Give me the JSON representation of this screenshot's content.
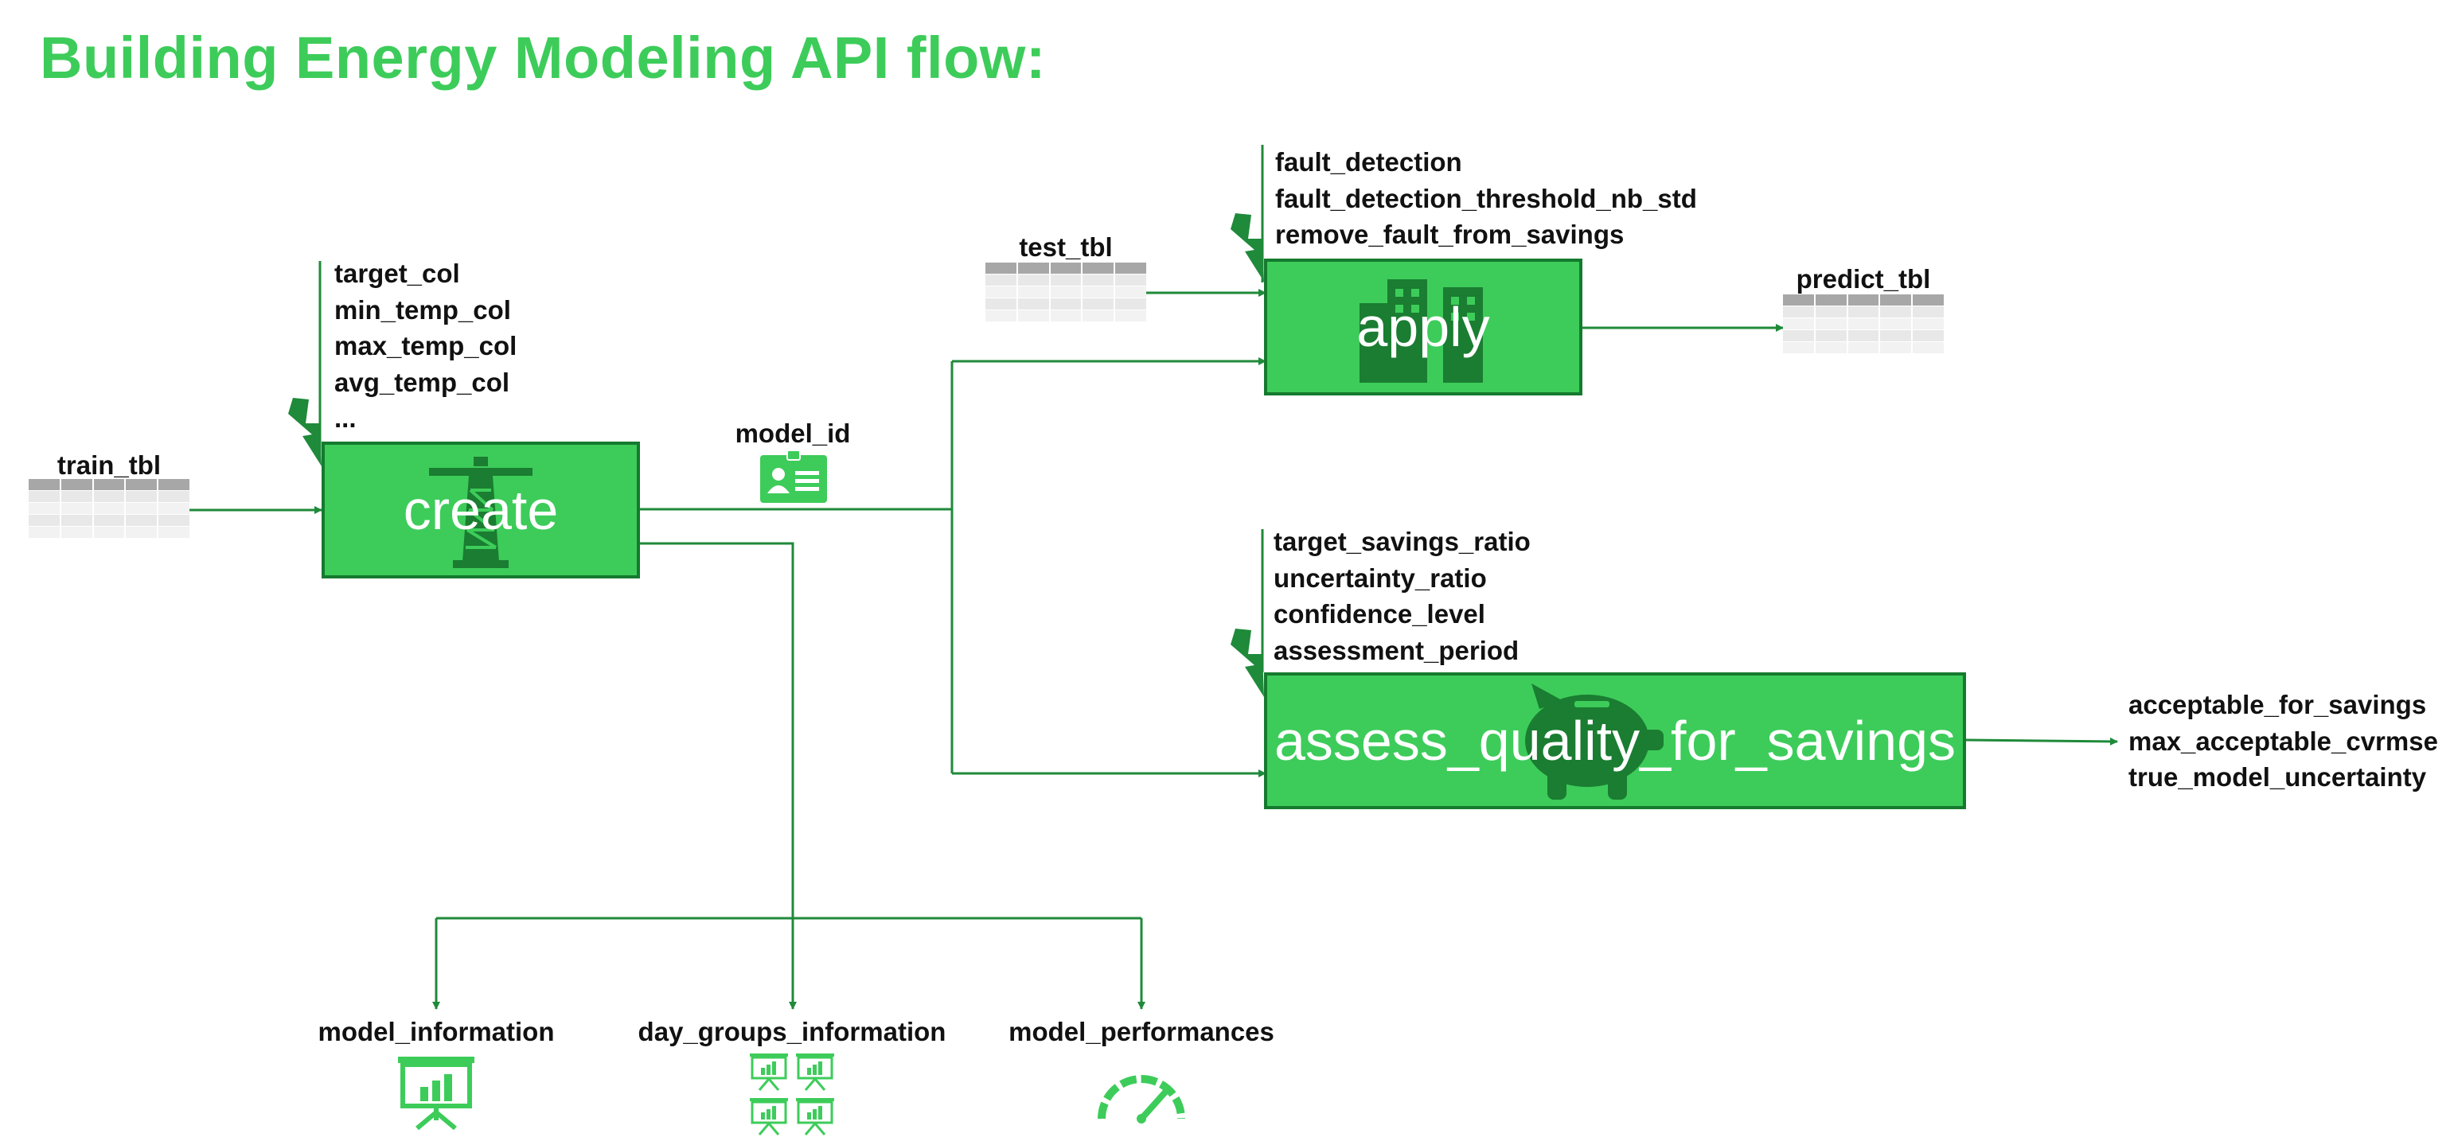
{
  "title": "Building Energy Modeling API flow:",
  "colors": {
    "accent": "#3dcc5a",
    "box_border": "#157a2e",
    "line": "#1f8a3a"
  },
  "create": {
    "label": "create",
    "icon": "crane-tower-icon",
    "params": [
      "target_col",
      "min_temp_col",
      "max_temp_col",
      "avg_temp_col",
      "..."
    ],
    "input_table": "train_tbl"
  },
  "model_id": {
    "label": "model_id",
    "icon": "id-card-icon"
  },
  "apply": {
    "label": "apply",
    "icon": "buildings-icon",
    "params": [
      "fault_detection",
      "fault_detection_threshold_nb_std",
      "remove_fault_from_savings"
    ],
    "input_table": "test_tbl",
    "output_table": "predict_tbl"
  },
  "assess": {
    "label": "assess_quality_for_savings",
    "icon": "piggy-bank-icon",
    "params": [
      "target_savings_ratio",
      "uncertainty_ratio",
      "confidence_level",
      "assessment_period"
    ],
    "outputs": [
      "acceptable_for_savings",
      "max_acceptable_cvrmse",
      "true_model_uncertainty"
    ]
  },
  "outputs": [
    {
      "label": "model_information",
      "icon": "presentation-chart-icon"
    },
    {
      "label": "day_groups_information",
      "icon": "presentation-grid-icon"
    },
    {
      "label": "model_performances",
      "icon": "speedometer-icon"
    }
  ]
}
